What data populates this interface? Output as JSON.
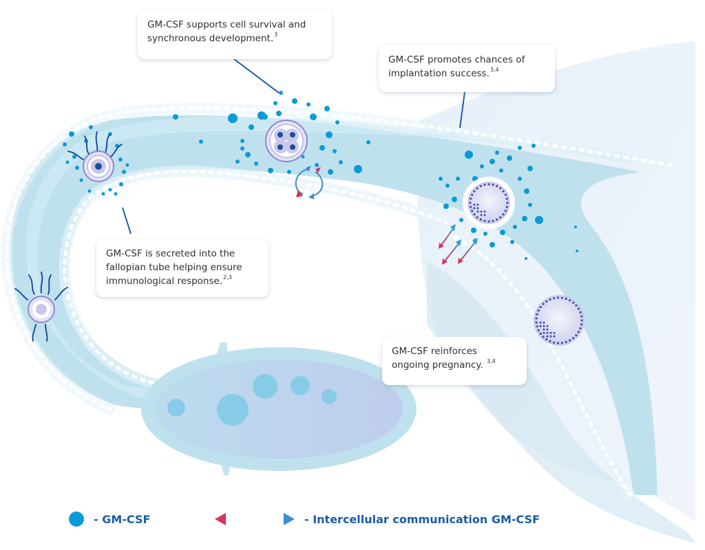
{
  "callouts": [
    {
      "id": "survival",
      "text": "GM-CSF supports cell survival and synchronous development.",
      "ref": "3"
    },
    {
      "id": "implantation",
      "text": "GM-CSF promotes chances of implantation success.",
      "ref": "3,4"
    },
    {
      "id": "secreted",
      "text": "GM-CSF is secreted into the fallopian tube helping ensure immunological response.",
      "ref": "2,3"
    },
    {
      "id": "pregnancy",
      "text": "GM-CSF reinforces ongoing pregnancy.",
      "ref": "3,4"
    }
  ],
  "legend": {
    "gmcsf_label": "- GM-CSF",
    "communication_label": "- Intercellular communication GM-CSF"
  },
  "colors": {
    "gmcsf_dot": "#0a9bd6",
    "arrow_start": "#d9345a",
    "arrow_end": "#3b8fd0",
    "legend_text": "#1a5ca8",
    "tube": "#bfe1ee",
    "uterus": "#e3eef8",
    "cell": "#c9c8ea"
  },
  "icons": {
    "gmcsf": "filled-circle",
    "communication": "double-headed-arrow",
    "sperm": "sperm-tail",
    "oocyte": "cell-circle",
    "embryo": "four-cell-embryo",
    "blastocyst": "blastocyst"
  }
}
